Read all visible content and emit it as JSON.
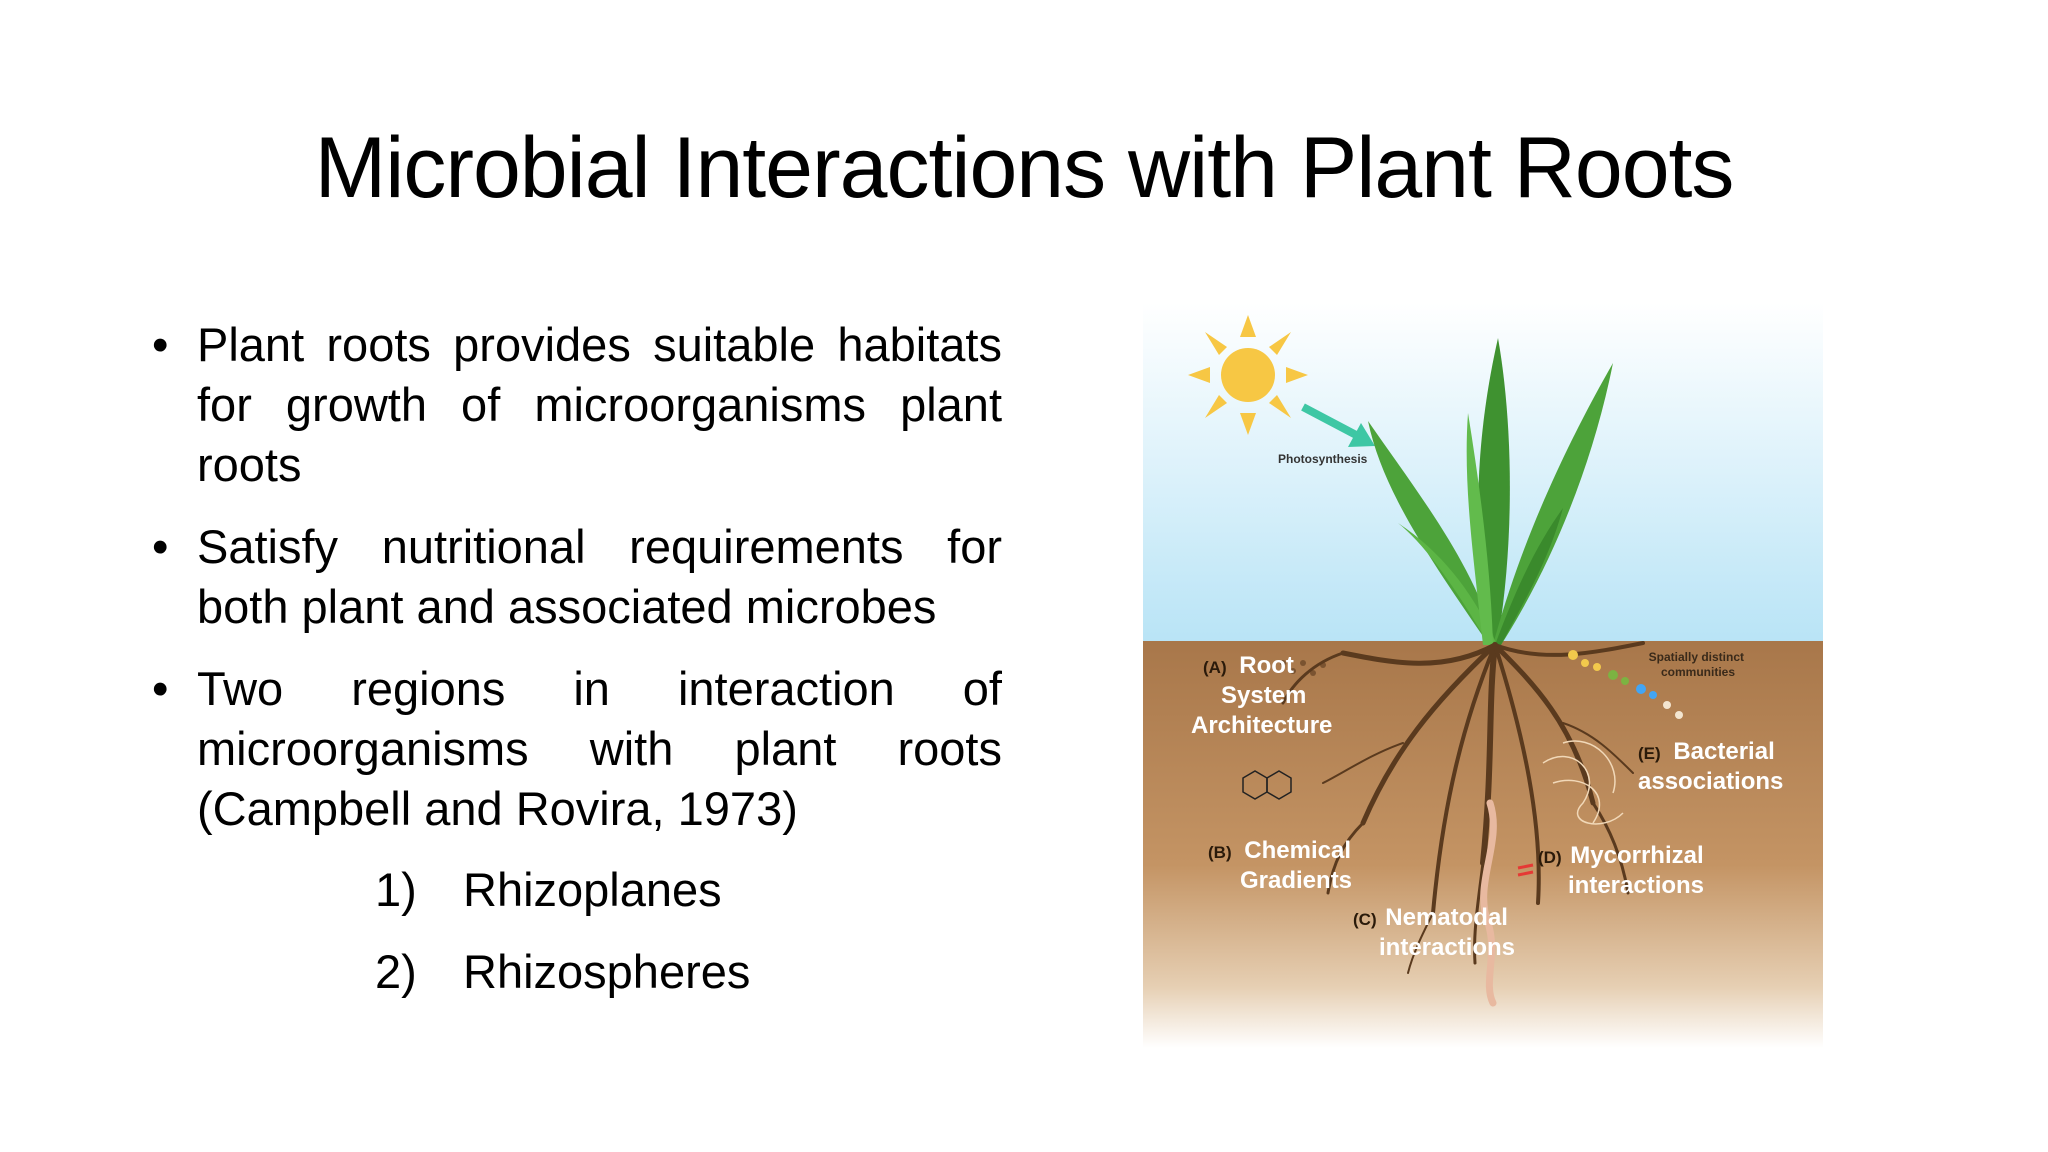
{
  "slide": {
    "title": "Microbial Interactions with Plant Roots",
    "bullets": [
      "Plant roots provides suitable habitats for growth of microorganisms plant roots",
      "Satisfy nutritional requirements for both plant and associated microbes",
      "Two regions in interaction of microorganisms with plant roots (Campbell and Rovira, 1973)"
    ],
    "numbered": [
      {
        "marker": "1)",
        "text": "Rhizoplanes"
      },
      {
        "marker": "2)",
        "text": "Rhizospheres"
      }
    ]
  },
  "figure": {
    "photosynthesis": "Photosynthesis",
    "spatial": [
      "Spatially distinct",
      "communities"
    ],
    "a_letter": "(A)",
    "a_lines": [
      "Root",
      "System",
      "Architecture"
    ],
    "b_letter": "(B)",
    "b_lines": [
      "Chemical",
      "Gradients"
    ],
    "c_letter": "(C)",
    "c_lines": [
      "Nematodal",
      "interactions"
    ],
    "d_letter": "(D)",
    "d_lines": [
      "Mycorrhizal",
      "interactions"
    ],
    "e_letter": "(E)",
    "e_lines": [
      "Bacterial",
      "associations"
    ],
    "colors": {
      "sky": "#b9e4f6",
      "soil": "#b9885a",
      "sun": "#f7c744",
      "leaf": "#4da33a",
      "root": "#5a3a1e"
    }
  }
}
